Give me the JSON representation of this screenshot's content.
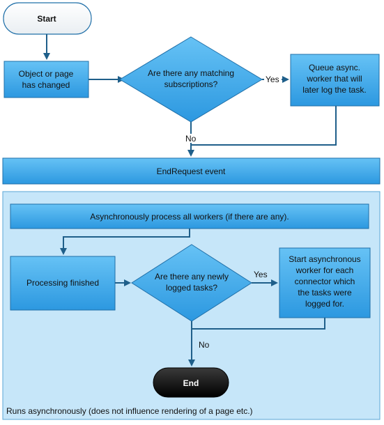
{
  "nodes": {
    "start": {
      "label": "Start"
    },
    "object_changed": {
      "line1": "Object or page",
      "line2": "has changed"
    },
    "matching_subscriptions": {
      "line1": "Are there any matching",
      "line2": "subscriptions?"
    },
    "queue_async": {
      "line1": "Queue async.",
      "line2": "worker that will",
      "line3": "later log the task."
    },
    "endrequest": {
      "label": "EndRequest event"
    },
    "async_process": {
      "label": "Asynchronously process all workers (if there are any)."
    },
    "processing_finished": {
      "label": "Processing finished"
    },
    "newly_logged": {
      "line1": "Are there any newly",
      "line2": "logged tasks?"
    },
    "start_async_worker": {
      "line1": "Start asynchronous",
      "line2": "worker for each",
      "line3": "connector which",
      "line4": "the tasks were",
      "line5": "logged for."
    },
    "end": {
      "label": "End"
    }
  },
  "edges": {
    "yes1": "Yes",
    "no1": "No",
    "yes2": "Yes",
    "no2": "No"
  },
  "container": {
    "caption": "Runs asynchronously (does not influence rendering of a page etc.)"
  },
  "colors": {
    "box_fill": "#3aa5e8",
    "box_stroke": "#1f6fa8",
    "container_fill": "#c6e6f9",
    "terminal_end": "#000000",
    "arrow": "#1f5f8a"
  }
}
